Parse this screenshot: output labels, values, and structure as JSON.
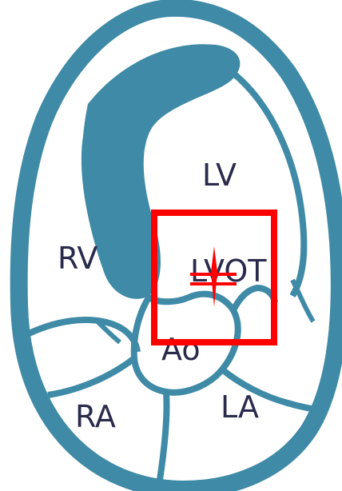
{
  "labels": {
    "lv": "LV",
    "rv": "RV",
    "lvot": "LVOT",
    "ao": "Ao",
    "ra": "RA",
    "la": "LA"
  },
  "colors": {
    "wall": "#3f8aa6",
    "label": "#2a2a4c",
    "marker": "#ff0000",
    "background": "#ffffff"
  }
}
